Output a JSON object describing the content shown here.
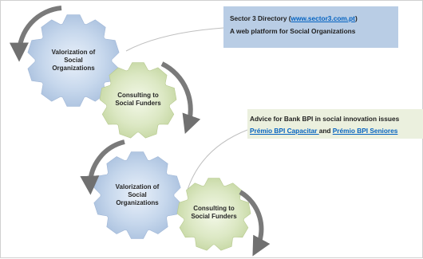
{
  "gears": [
    {
      "color": "#b9cde5",
      "lines": [
        "Valorization of",
        "Social",
        "Organizations"
      ]
    },
    {
      "color": "#d7e4bd",
      "lines": [
        "Consulting to",
        "Social Funders"
      ]
    },
    {
      "color": "#b9cde5",
      "lines": [
        "Valorization of",
        "Social",
        "Organizations"
      ]
    },
    {
      "color": "#d7e4bd",
      "lines": [
        "Consulting to",
        "Social Funders"
      ]
    }
  ],
  "callouts": [
    {
      "color": "#b9cde5",
      "line1_text": "Sector 3 Directory (",
      "line1_link": "www.sector3.com.pt",
      "line1_end": ")",
      "line2": "A web platform for Social Organizations"
    },
    {
      "color": "#ebf0de",
      "line1": "Advice for Bank BPI in social innovation issues",
      "link_a": "Prémio BPI Capacitar ",
      "joiner": "and ",
      "link_b": "Prémio BPI Seniores"
    }
  ],
  "colors": {
    "arrow": "#707070",
    "connector": "#bfbfbf",
    "link": "#0563c1"
  }
}
